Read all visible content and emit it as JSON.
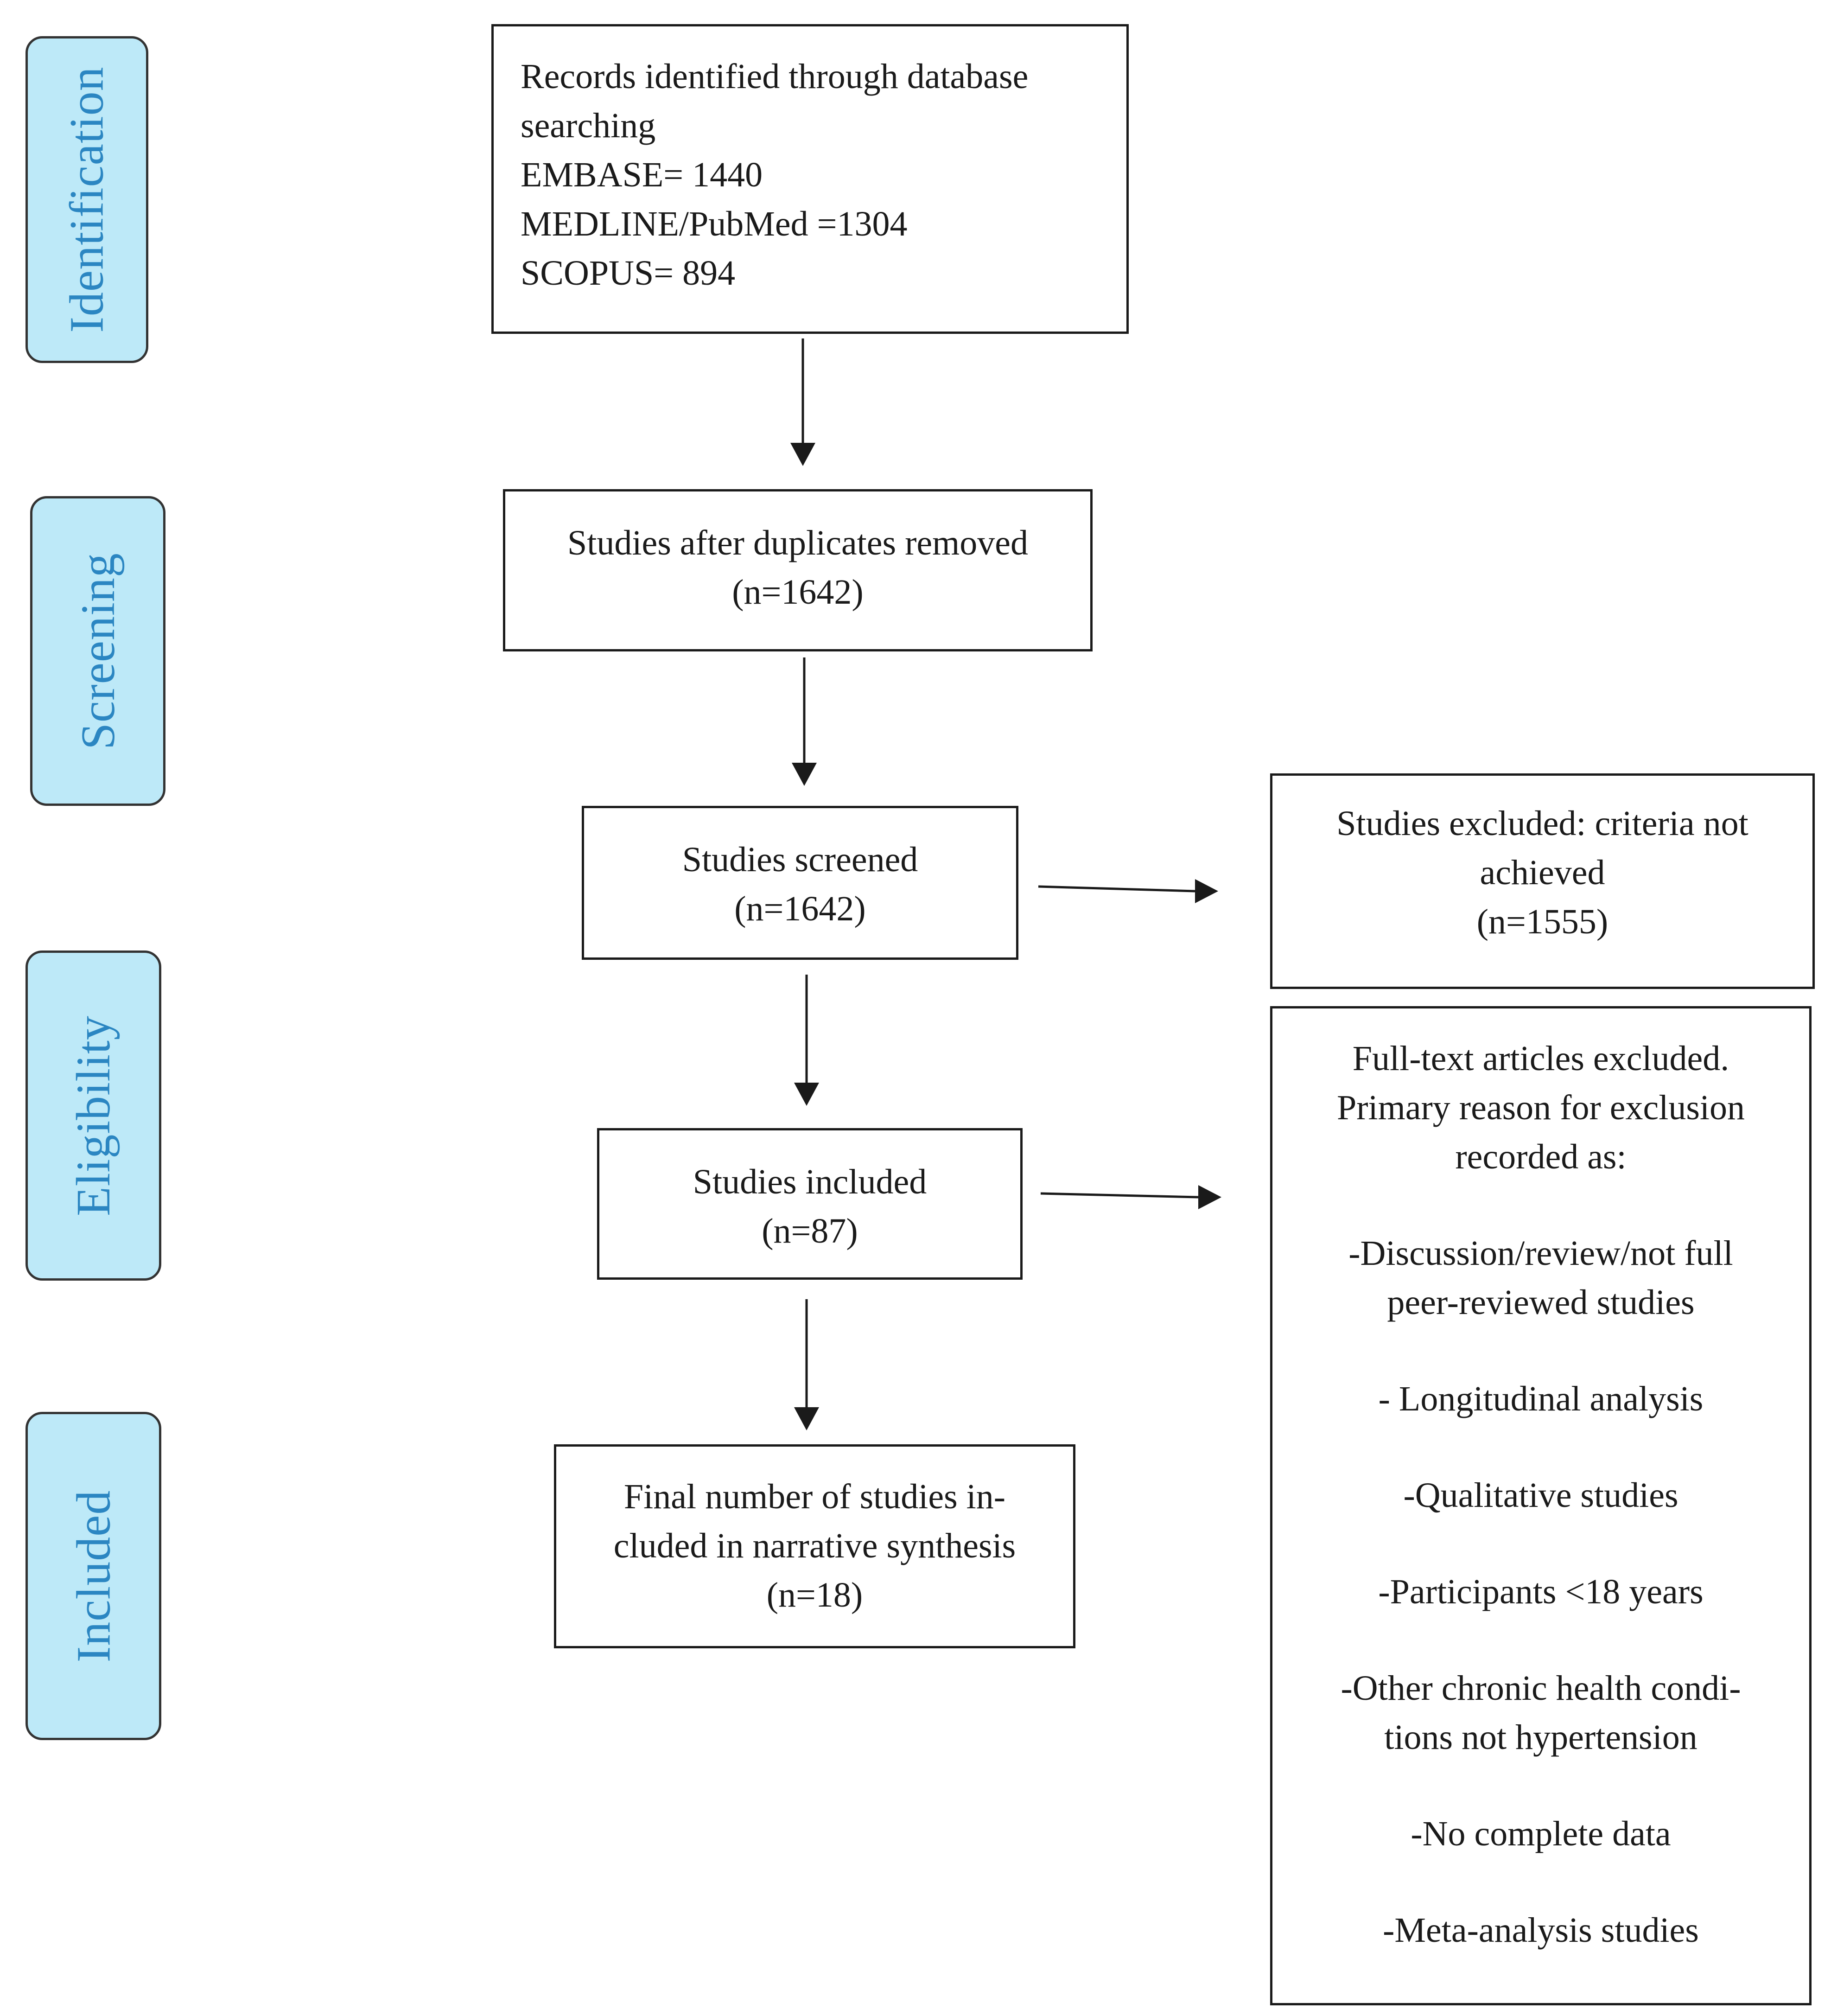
{
  "stages": {
    "identification": "Identification",
    "screening": "Screening",
    "eligibility": "Eligibility",
    "included": "Included"
  },
  "records": {
    "line1": "Records identified through database",
    "line2": "searching",
    "line3": "EMBASE= 1440",
    "line4": "MEDLINE/PubMed =1304",
    "line5": "SCOPUS= 894"
  },
  "duplicates": {
    "line1": "Studies after duplicates removed",
    "line2": "(n=1642)"
  },
  "screened": {
    "line1": "Studies screened",
    "line2": "(n=1642)"
  },
  "studies_included": {
    "line1": "Studies included",
    "line2": "(n=87)"
  },
  "final": {
    "line1": "Final number of studies in-",
    "line2": "cluded in narrative synthesis",
    "line3": "(n=18)"
  },
  "excluded": {
    "line1": "Studies excluded: criteria not",
    "line2": "achieved",
    "line3": "(n=1555)"
  },
  "fulltext_excluded": {
    "line1": "Full-text articles excluded.",
    "line2": "Primary reason for exclusion",
    "line3": "recorded as:",
    "reason1a": "-Discussion/review/not full",
    "reason1b": "peer-reviewed studies",
    "reason2": "- Longitudinal analysis",
    "reason3": "-Qualitative studies",
    "reason4": "-Participants <18 years",
    "reason5a": "-Other chronic health condi-",
    "reason5b": "tions not hypertension",
    "reason6": "-No complete data",
    "reason7": "-Meta-analysis studies"
  }
}
